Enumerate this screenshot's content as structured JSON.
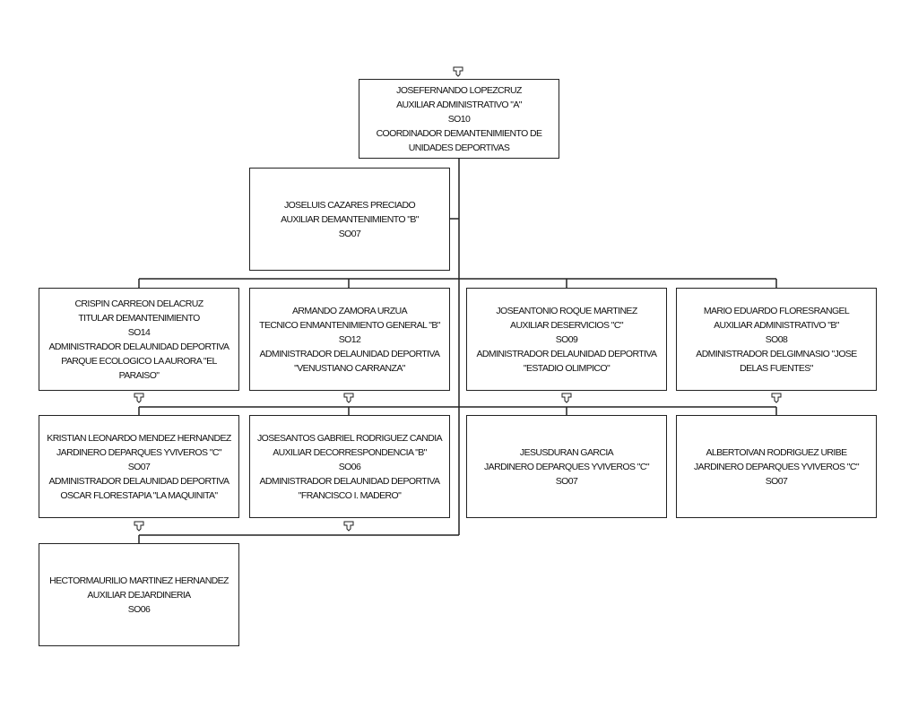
{
  "colors": {
    "line": "#222222",
    "background": "#ffffff",
    "text": "#111111"
  },
  "icons": {
    "expand": "expand-arrow-icon"
  },
  "nodes": {
    "root": [
      "JOSEFERNANDO LOPEZCRUZ",
      "AUXILIAR ADMINISTRATIVO \"A\"",
      "SO10",
      "COORDINADOR DEMANTENIMIENTO DE UNIDADES DEPORTIVAS"
    ],
    "assistant": [
      "JOSELUIS CAZARES PRECIADO",
      "AUXILIAR DEMANTENIMIENTO \"B\"",
      "SO07"
    ],
    "crispin": [
      "CRISPIN CARREON DELACRUZ",
      "TITULAR DEMANTENIMIENTO",
      "SO14",
      "ADMINISTRADOR DELAUNIDAD DEPORTIVA PARQUE ECOLOGICO LA AURORA \"EL PARAISO\""
    ],
    "armando": [
      "ARMANDO ZAMORA URZUA",
      "TECNICO ENMANTENIMIENTO GENERAL \"B\"",
      "SO12",
      "ADMINISTRADOR DELAUNIDAD DEPORTIVA \"VENUSTIANO CARRANZA\""
    ],
    "joseantonio": [
      "JOSEANTONIO ROQUE MARTINEZ",
      "AUXILIAR DESERVICIOS \"C\"",
      "SO09",
      "ADMINISTRADOR DELAUNIDAD DEPORTIVA \"ESTADIO OLIMPICO\""
    ],
    "mario": [
      "MARIO EDUARDO FLORESRANGEL",
      "AUXILIAR ADMINISTRATIVO \"B\"",
      "SO08",
      "ADMINISTRADOR DELGIMNASIO \"JOSE DELAS FUENTES\""
    ],
    "kristian": [
      "KRISTIAN LEONARDO MENDEZ HERNANDEZ",
      "JARDINERO DEPARQUES YVIVEROS \"C\"",
      "SO07",
      "ADMINISTRADOR DELAUNIDAD DEPORTIVA OSCAR FLORESTAPIA \"LA MAQUINITA\""
    ],
    "josesantos": [
      "JOSESANTOS GABRIEL RODRIGUEZ CANDIA",
      "AUXILIAR DECORRESPONDENCIA \"B\"",
      "SO06",
      "ADMINISTRADOR DELAUNIDAD DEPORTIVA \"FRANCISCO I. MADERO\""
    ],
    "jesus": [
      "JESUSDURAN GARCIA",
      "JARDINERO DEPARQUES YVIVEROS \"C\"",
      "SO07"
    ],
    "alberto": [
      "ALBERTOIVAN RODRIGUEZ URIBE",
      "JARDINERO DEPARQUES YVIVEROS \"C\"",
      "SO07"
    ],
    "hector": [
      "HECTORMAURILIO MARTINEZ HERNANDEZ",
      "AUXILIAR DEJARDINERIA",
      "SO06"
    ]
  }
}
